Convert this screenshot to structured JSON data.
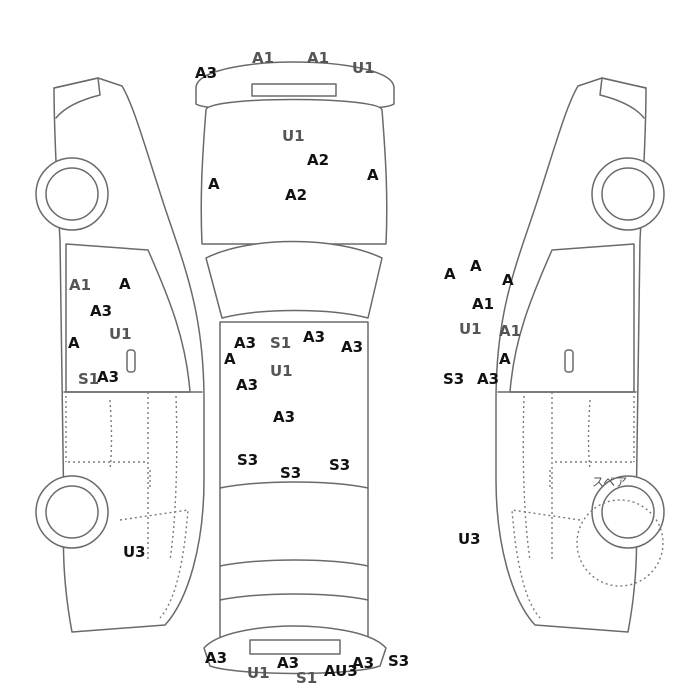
{
  "colors": {
    "damage_a": "#111111",
    "damage_u": "#555555",
    "damage_s": "#555555"
  },
  "spare": {
    "label": "スペア"
  },
  "damage_marks": {
    "front": [
      "A3",
      "A1",
      "A1",
      "U1"
    ],
    "hood": [
      "U1",
      "A2",
      "A",
      "A",
      "A2"
    ],
    "left": [
      "A1",
      "A",
      "A3",
      "U1",
      "A",
      "S1",
      "A3",
      "U3"
    ],
    "right": [
      "A",
      "A",
      "A",
      "A1",
      "U1",
      "A1",
      "A",
      "S3",
      "A3",
      "U3"
    ],
    "roof": [
      "A3",
      "S1",
      "A3",
      "A3",
      "A",
      "U1",
      "A3",
      "A3",
      "S3",
      "S3",
      "S3"
    ],
    "rear": [
      "A3",
      "U1",
      "A3",
      "S1",
      "AU3",
      "A3",
      "S3"
    ]
  }
}
